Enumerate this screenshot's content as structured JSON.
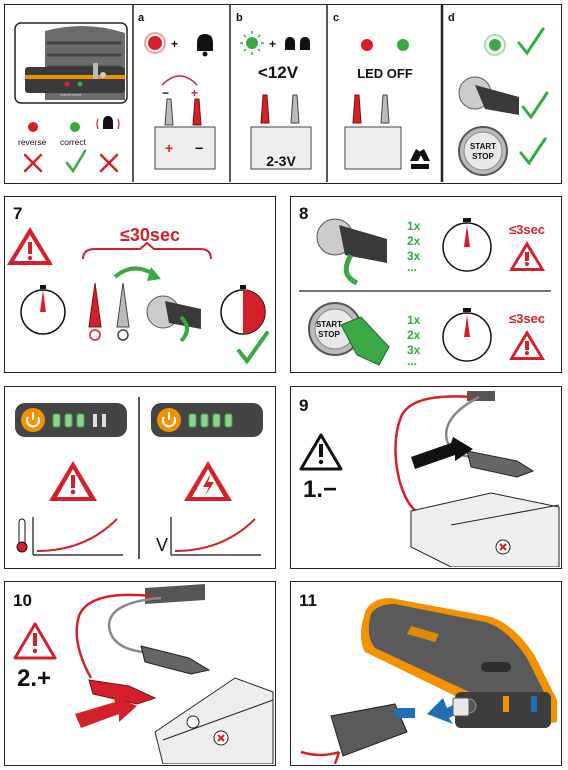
{
  "colors": {
    "red": "#d3202b",
    "green": "#39a845",
    "dark": "#333333",
    "orange": "#f39200",
    "grey": "#8a8a8a"
  },
  "top": {
    "legend": {
      "reverse": "reverse",
      "correct": "correct"
    },
    "device_label": "reverse   correct",
    "sub_a": "a",
    "sub_b": "b",
    "sub_c": "c",
    "sub_d": "d",
    "b_voltage": "<12V",
    "b_battery": "2-3V",
    "c_text": "LED OFF",
    "plus": "+",
    "minus": "−",
    "d_start": "START",
    "d_stop": "STOP"
  },
  "step7": {
    "number": "7",
    "time": "≤30sec"
  },
  "step8": {
    "number": "8",
    "counts": [
      "1x",
      "2x",
      "3x",
      "..."
    ],
    "time": "≤3sec",
    "button_start": "START",
    "button_stop": "STOP"
  },
  "indicator": {
    "temp_axis_icon": "thermometer-icon",
    "volt_axis": "V"
  },
  "step9": {
    "number": "9",
    "instruction": "1.−"
  },
  "step10": {
    "number": "10",
    "instruction": "2.+"
  },
  "step11": {
    "number": "11"
  }
}
